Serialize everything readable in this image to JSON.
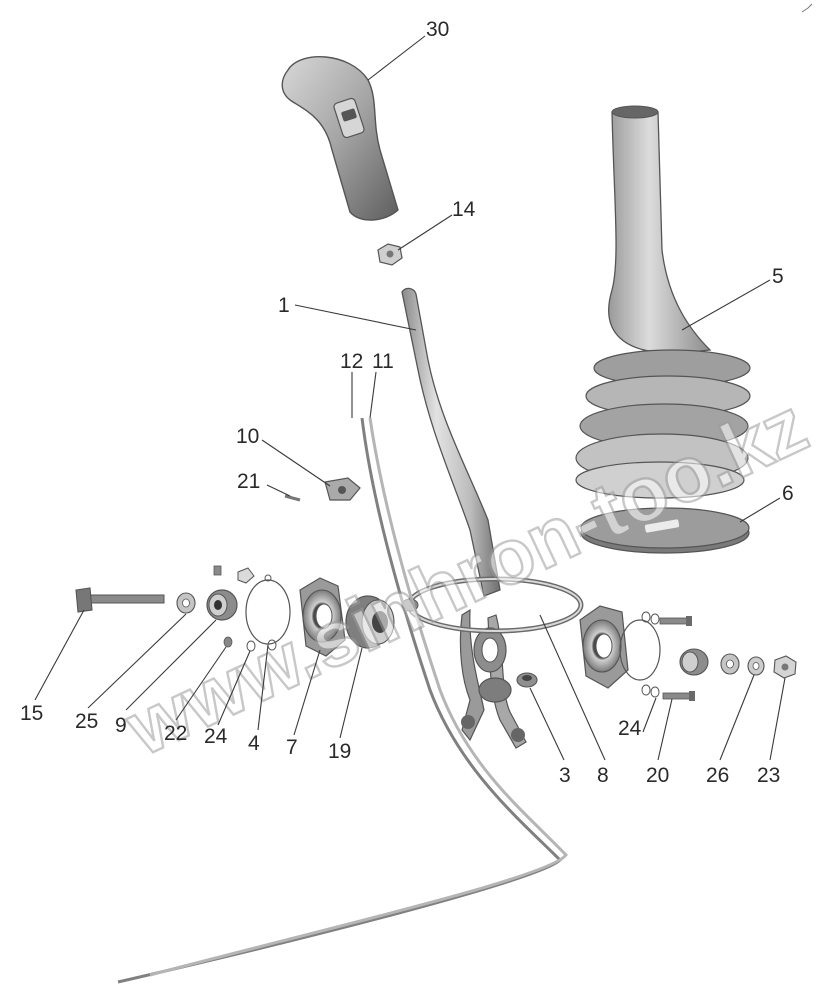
{
  "watermark": "www.sinhron-too.kz",
  "colors": {
    "part_light": "#e6e6e6",
    "part_mid": "#bdbdbd",
    "part_dark": "#6e6e6e",
    "outline": "#555555",
    "text": "#2a2a2a"
  },
  "callouts": [
    {
      "id": "30",
      "label": "30"
    },
    {
      "id": "14",
      "label": "14"
    },
    {
      "id": "1",
      "label": "1"
    },
    {
      "id": "5",
      "label": "5"
    },
    {
      "id": "12",
      "label": "12"
    },
    {
      "id": "11",
      "label": "11"
    },
    {
      "id": "10",
      "label": "10"
    },
    {
      "id": "21",
      "label": "21"
    },
    {
      "id": "6",
      "label": "6"
    },
    {
      "id": "15",
      "label": "15"
    },
    {
      "id": "25",
      "label": "25"
    },
    {
      "id": "9",
      "label": "9"
    },
    {
      "id": "22",
      "label": "22"
    },
    {
      "id": "24a",
      "label": "24"
    },
    {
      "id": "4",
      "label": "4"
    },
    {
      "id": "7",
      "label": "7"
    },
    {
      "id": "19",
      "label": "19"
    },
    {
      "id": "3",
      "label": "3"
    },
    {
      "id": "8",
      "label": "8"
    },
    {
      "id": "24b",
      "label": "24"
    },
    {
      "id": "20",
      "label": "20"
    },
    {
      "id": "26",
      "label": "26"
    },
    {
      "id": "23",
      "label": "23"
    }
  ]
}
